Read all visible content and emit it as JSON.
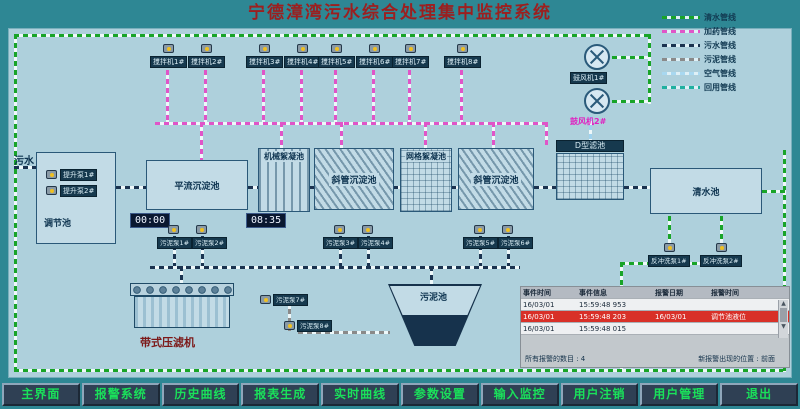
{
  "title": "宁德漳湾污水综合处理集中监控系统",
  "legend": [
    {
      "label": "清水管线",
      "color": "#18a428"
    },
    {
      "label": "加药管线",
      "color": "#e055c8"
    },
    {
      "label": "污水管线",
      "color": "#1b3350"
    },
    {
      "label": "污泥管线",
      "color": "#8a8a8a"
    },
    {
      "label": "空气管线",
      "color": "#a8d8f0"
    },
    {
      "label": "回用管线",
      "color": "#1fb0a0"
    }
  ],
  "plant": {
    "influent": "污水",
    "mixers": [
      "搅拌机1#",
      "搅拌机2#",
      "搅拌机3#",
      "搅拌机4#",
      "搅拌机5#",
      "搅拌机6#",
      "搅拌机7#",
      "搅拌机8#"
    ],
    "blowers": [
      "鼓风机1#",
      "鼓风机2#"
    ],
    "lift_pumps": [
      "提升泵1#",
      "提升泵2#"
    ],
    "tanks": {
      "regulation": "调节池",
      "horizontal_sedimentation": "平流沉淀池",
      "mechanical_flocculation": "机械絮凝池",
      "inclined_tube_sedimentation_1": "斜管沉淀池",
      "grid_flocculation": "网格絮凝池",
      "inclined_tube_sedimentation_2": "斜管沉淀池",
      "d_filter": "D型滤池",
      "clear_water": "清水池",
      "sludge_pond": "污泥池",
      "belt_filter_press": "带式压滤机"
    },
    "timers": [
      "00:00",
      "08:35"
    ],
    "sludge_pumps": [
      "污泥泵1#",
      "污泥泵2#",
      "污泥泵3#",
      "污泥泵4#",
      "污泥泵5#",
      "污泥泵6#",
      "污泥泵7#",
      "污泥泵8#"
    ],
    "backwash_pumps": [
      "反冲洗泵1#",
      "反冲洗泵2#"
    ]
  },
  "alarm_table": {
    "columns": [
      "事件时间",
      "事件信息",
      "报警日期",
      "报警时间"
    ],
    "rows": [
      {
        "c0": "16/03/01",
        "c1": "15:59:48 953",
        "c2": "",
        "c3": ""
      },
      {
        "c0": "16/03/01",
        "c1": "15:59:48 203",
        "c2": "16/03/01",
        "c3": "调节池液位"
      },
      {
        "c0": "16/03/01",
        "c1": "15:59:48 015",
        "c2": "",
        "c3": ""
      }
    ],
    "summary_count": "所有报警的数目 : 4",
    "summary_position": "新报警出现的位置 : 前面"
  },
  "menu": [
    "主界面",
    "报警系统",
    "历史曲线",
    "报表生成",
    "实时曲线",
    "参数设置",
    "输入监控",
    "用户注销",
    "用户管理",
    "退出"
  ]
}
